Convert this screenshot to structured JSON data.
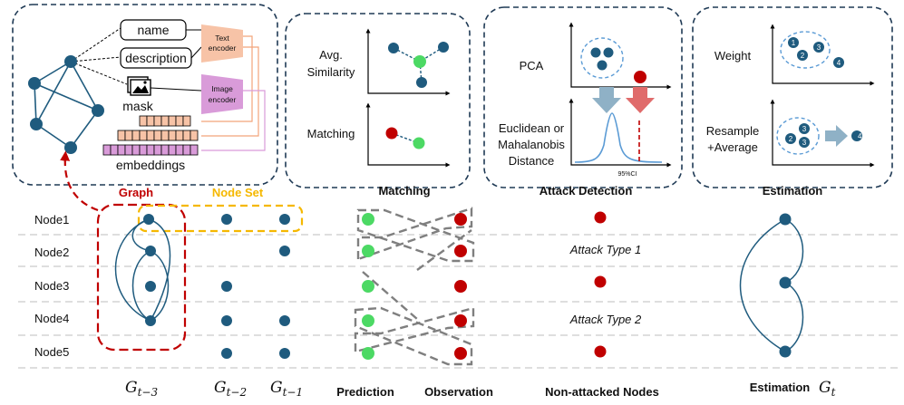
{
  "panels": {
    "input": {
      "name": "name",
      "description": "description",
      "mask": "mask",
      "embeddings": "embeddings",
      "text_encoder": [
        "Text",
        "encoder"
      ],
      "image_encoder": [
        "Image",
        "encoder"
      ]
    },
    "matching": {
      "title": "Matching",
      "avg_similarity": [
        "Avg.",
        "Similarity"
      ],
      "matching_label": "Matching"
    },
    "attack_detection": {
      "title": "Attack Detection",
      "pca": "PCA",
      "distance": [
        "Euclidean or",
        "Mahalanobis",
        "Distance"
      ],
      "ci": "95%CI"
    },
    "estimation_panel": {
      "title": "Estimation",
      "weight": "Weight",
      "resample": [
        "Resample",
        "+Average"
      ],
      "weight_nums": [
        "1",
        "2",
        "3",
        "4"
      ],
      "resample_nums": [
        "2",
        "3",
        "3",
        "4'"
      ]
    }
  },
  "labels": {
    "graph": "Graph",
    "node_set": "Node Set"
  },
  "nodes": [
    "Node1",
    "Node2",
    "Node3",
    "Node4",
    "Node5"
  ],
  "attack_types": [
    "Attack Type 1",
    "Attack Type 2"
  ],
  "columns": {
    "g_t3": {
      "base": "G",
      "sub": "t−3"
    },
    "g_t2": {
      "base": "G",
      "sub": "t−2"
    },
    "g_t1": {
      "base": "G",
      "sub": "t−1"
    },
    "prediction": "Prediction",
    "observation": "Observation",
    "non_attacked": "Non-attacked Nodes",
    "estimation": "Estimation",
    "g_t": {
      "base": "G",
      "sub": "t"
    }
  },
  "colors": {
    "node_blue": "#1f5b7e",
    "green": "#4cd964",
    "red": "#c00000",
    "text_encoder": "#f7c3a7",
    "image_encoder": "#d99bd9",
    "graph_box": "#c00000",
    "node_set_box": "#f5b800",
    "panel_border": "#1f3a55",
    "dashed_gray": "#7f7f7f"
  }
}
